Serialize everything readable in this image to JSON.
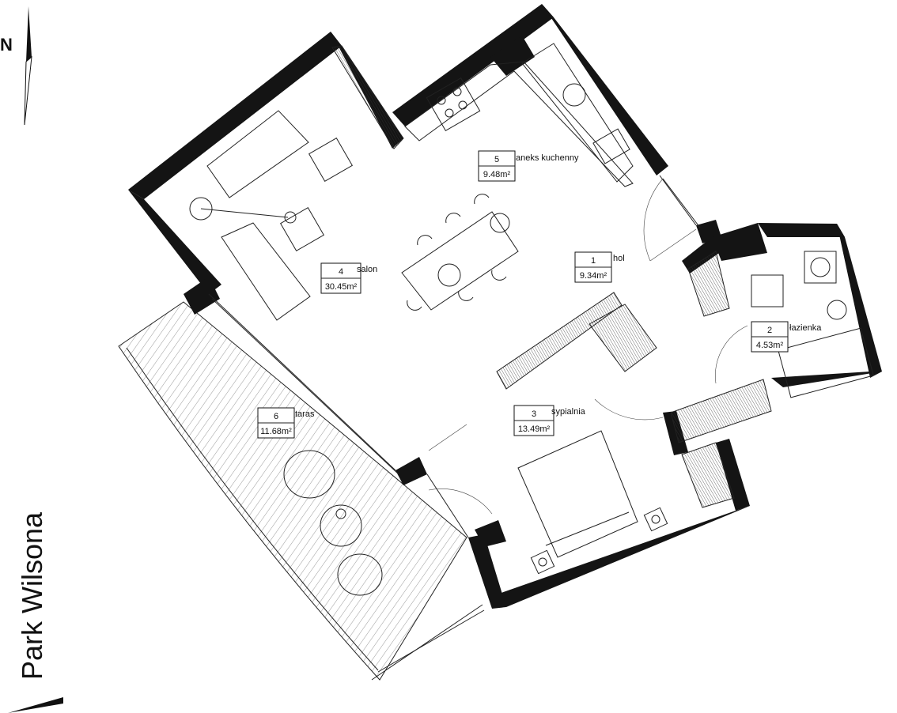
{
  "compass": {
    "label": "N"
  },
  "street": {
    "label": "Park Wilsona"
  },
  "rooms": [
    {
      "number": "1",
      "name": "hol",
      "area": "9.34m²"
    },
    {
      "number": "2",
      "name": "łazienka",
      "area": "4.53m²"
    },
    {
      "number": "3",
      "name": "sypialnia",
      "area": "13.49m²"
    },
    {
      "number": "4",
      "name": "salon",
      "area": "30.45m²"
    },
    {
      "number": "5",
      "name": "aneks kuchenny",
      "area": "9.48m²"
    },
    {
      "number": "6",
      "name": "taras",
      "area": "11.68m²"
    }
  ]
}
